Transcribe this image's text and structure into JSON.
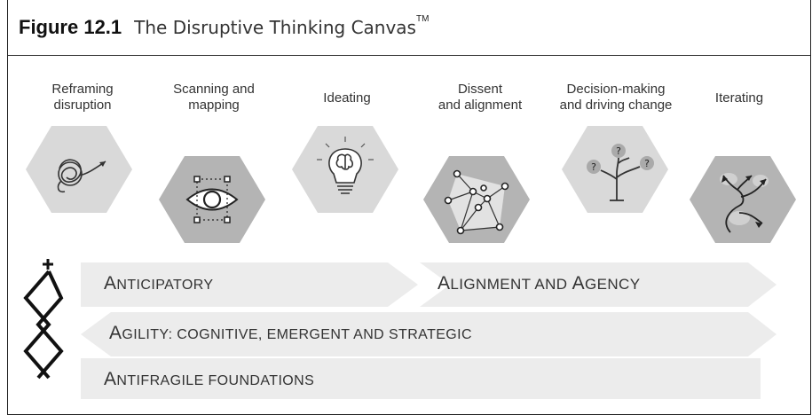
{
  "figure": {
    "number": "Figure 12.1",
    "title": "The Disruptive Thinking Canvas",
    "trademark": "TM"
  },
  "steps": [
    {
      "line1": "Reframing",
      "line2": "disruption",
      "icon": "tangle-arrow-icon"
    },
    {
      "line1": "Scanning and",
      "line2": "mapping",
      "icon": "eye-focus-icon"
    },
    {
      "line1": "Ideating",
      "line2": "",
      "icon": "lightbulb-brain-icon"
    },
    {
      "line1": "Dissent",
      "line2": "and alignment",
      "icon": "network-nodes-icon"
    },
    {
      "line1": "Decision-making",
      "line2": "and driving change",
      "icon": "decision-tree-icon"
    },
    {
      "line1": "Iterating",
      "line2": "",
      "icon": "iteration-arrows-icon"
    }
  ],
  "bands": {
    "anticipatory": {
      "cap": "A",
      "rest": "NTICIPATORY"
    },
    "alignment": {
      "cap1": "A",
      "mid": "LIGNMENT AND ",
      "cap2": "A",
      "rest": "GENCY"
    },
    "agility": {
      "cap": "A",
      "rest": "GILITY: COGNITIVE, EMERGENT AND STRATEGIC"
    },
    "antifragile": {
      "cap": "A",
      "rest": "NTIFRAGILE FOUNDATIONS"
    }
  },
  "colors": {
    "hex_light": "#d9d9d9",
    "hex_mid": "#b4b4b4",
    "band": "#ececec",
    "text": "#333333"
  }
}
